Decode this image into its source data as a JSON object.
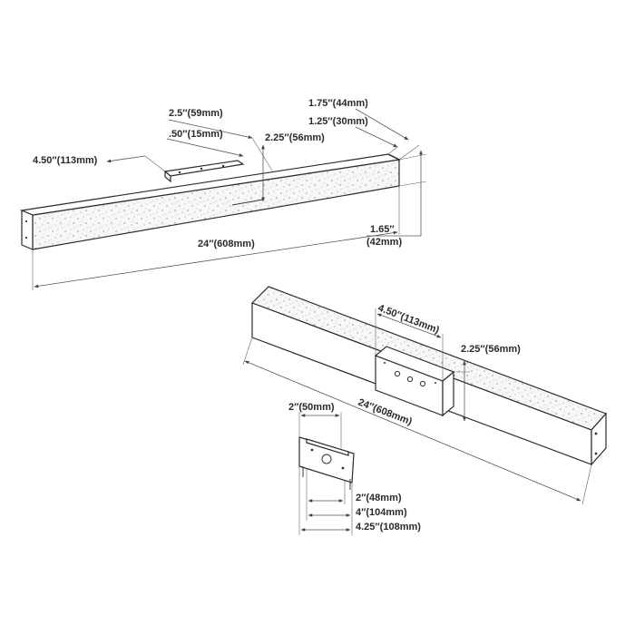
{
  "view_top": {
    "dim_mount_length": "4.50″(113mm)",
    "dim_plate_width": "2.5″(59mm)",
    "dim_plate_depth": ".50″(15mm)",
    "dim_center": "2.25″(56mm)",
    "dim_depth_total": "1.75″(44mm)",
    "dim_depth_inner": "1.25″(30mm)",
    "dim_height_a": "1.65″",
    "dim_height_b": "(42mm)",
    "dim_length": "24″(608mm)"
  },
  "view_back": {
    "dim_plate_length": "4.50″(113mm)",
    "dim_plate_center": "2.25″(56mm)",
    "dim_length": "24″(608mm)"
  },
  "view_bracket": {
    "dim_width_top": "2″(50mm)",
    "dim_hole": "2″(48mm)",
    "dim_width": "4″(104mm)",
    "dim_width_total": "4.25″(108mm)"
  }
}
